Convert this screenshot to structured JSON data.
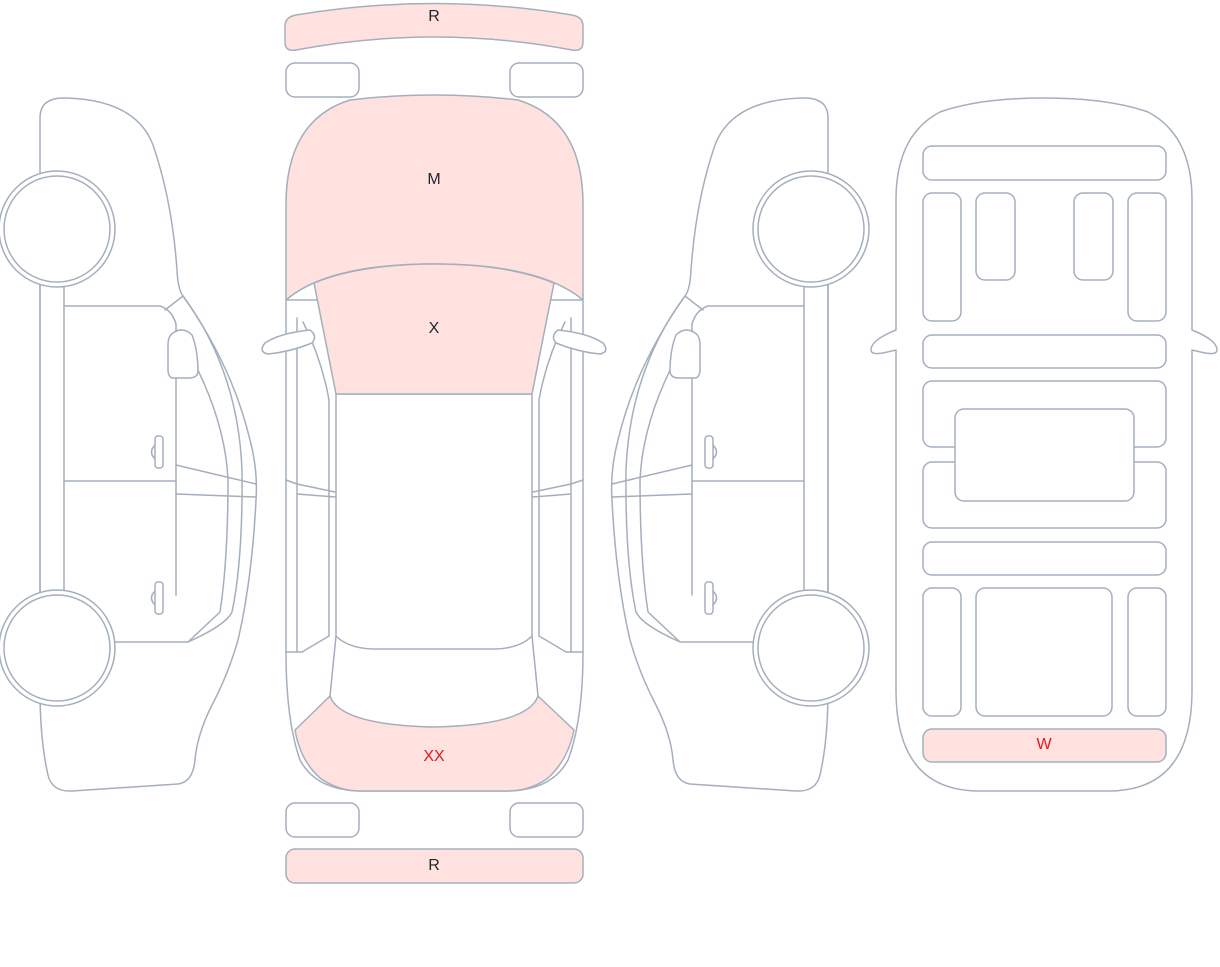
{
  "colors": {
    "outline": "#a4afbd",
    "damaged_fill": "#ffe1df",
    "label_dark": "#1e2533",
    "label_alert": "#e0191e"
  },
  "top_view": {
    "front_bumper_label": "R",
    "hood_label": "M",
    "windshield_label": "X",
    "rear_window_label": "XX",
    "rear_bumper_label": "R"
  },
  "underside_view": {
    "rear_panel_label": "W"
  }
}
